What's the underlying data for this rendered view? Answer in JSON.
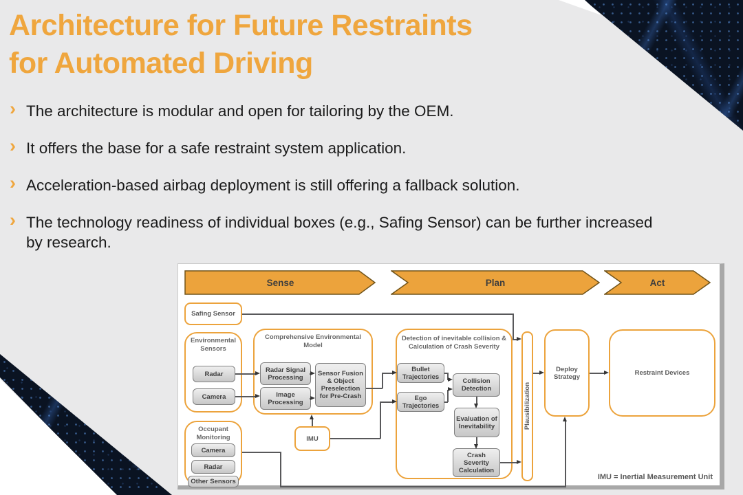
{
  "slide": {
    "title_lines": [
      "Architecture for Future Restraints",
      "for Automated Driving"
    ],
    "bullet_marker": "›",
    "bullets": [
      "The architecture is modular and open for tailoring by the OEM.",
      "It offers the base for a safe restraint system application.",
      "Acceleration-based airbag deployment is still offering a fallback solution.",
      "The technology readiness of individual boxes (e.g., Safing Sensor) can be further increased by research."
    ]
  },
  "diagram": {
    "phases": [
      "Sense",
      "Plan",
      "Act"
    ],
    "safing_sensor": "Safing Sensor",
    "environmental_sensors": {
      "label": "Environmental Sensors",
      "items": [
        "Radar",
        "Camera"
      ]
    },
    "comprehensive_model": {
      "label": "Comprehensive Environmental Model",
      "radar_signal_processing": "Radar Signal Processing",
      "image_processing": "Image Processing",
      "sensor_fusion": "Sensor Fusion & Object Preselection for Pre-Crash"
    },
    "occupant_monitoring": {
      "label": "Occupant Monitoring",
      "items": [
        "Camera",
        "Radar",
        "Other Sensors"
      ]
    },
    "imu": "IMU",
    "detection": {
      "label_line1": "Detection of inevitable collision &",
      "label_line2": "Calculation of Crash Severity",
      "bullet_trajectories": "Bullet Trajectories",
      "ego_trajectories": "Ego Trajectories",
      "collision_detection": "Collision Detection",
      "evaluation_of_inevitability": "Evaluation of Inevitability",
      "crash_severity_calculation": "Crash Severity Calculation"
    },
    "plausibilization": "Plausibilization",
    "deploy_strategy": "Deploy Strategy",
    "restraint_devices": "Restraint Devices",
    "footnote": "IMU = Inertial Measurement Unit"
  },
  "colors": {
    "title_orange": "#EFA63E",
    "accent_orange": "#ECA33C",
    "slide_background": "#E9E9EA",
    "dark_corner_navy": "#0A1322",
    "box_text_gray": "#3F3F3F"
  }
}
